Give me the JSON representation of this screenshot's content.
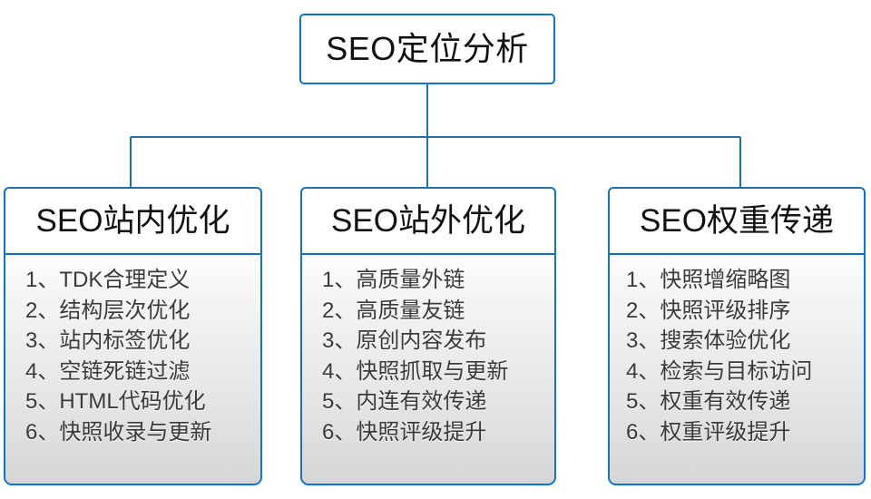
{
  "diagram": {
    "root": {
      "label": "SEO定位分析"
    },
    "accent_color": "#1274c4",
    "branches": [
      {
        "header": "SEO站内优化",
        "items": [
          "1、TDK合理定义",
          "2、结构层次优化",
          "3、站内标签优化",
          "4、空链死链过滤",
          "5、HTML代码优化",
          "6、快照收录与更新"
        ]
      },
      {
        "header": "SEO站外优化",
        "items": [
          "1、高质量外链",
          "2、高质量友链",
          "3、原创内容发布",
          "4、快照抓取与更新",
          "5、内连有效传递",
          "6、快照评级提升"
        ]
      },
      {
        "header": "SEO权重传递",
        "items": [
          "1、快照增缩略图",
          "2、快照评级排序",
          "3、搜索体验优化",
          "4、检索与目标访问",
          "5、权重有效传递",
          "6、权重评级提升"
        ]
      }
    ]
  }
}
